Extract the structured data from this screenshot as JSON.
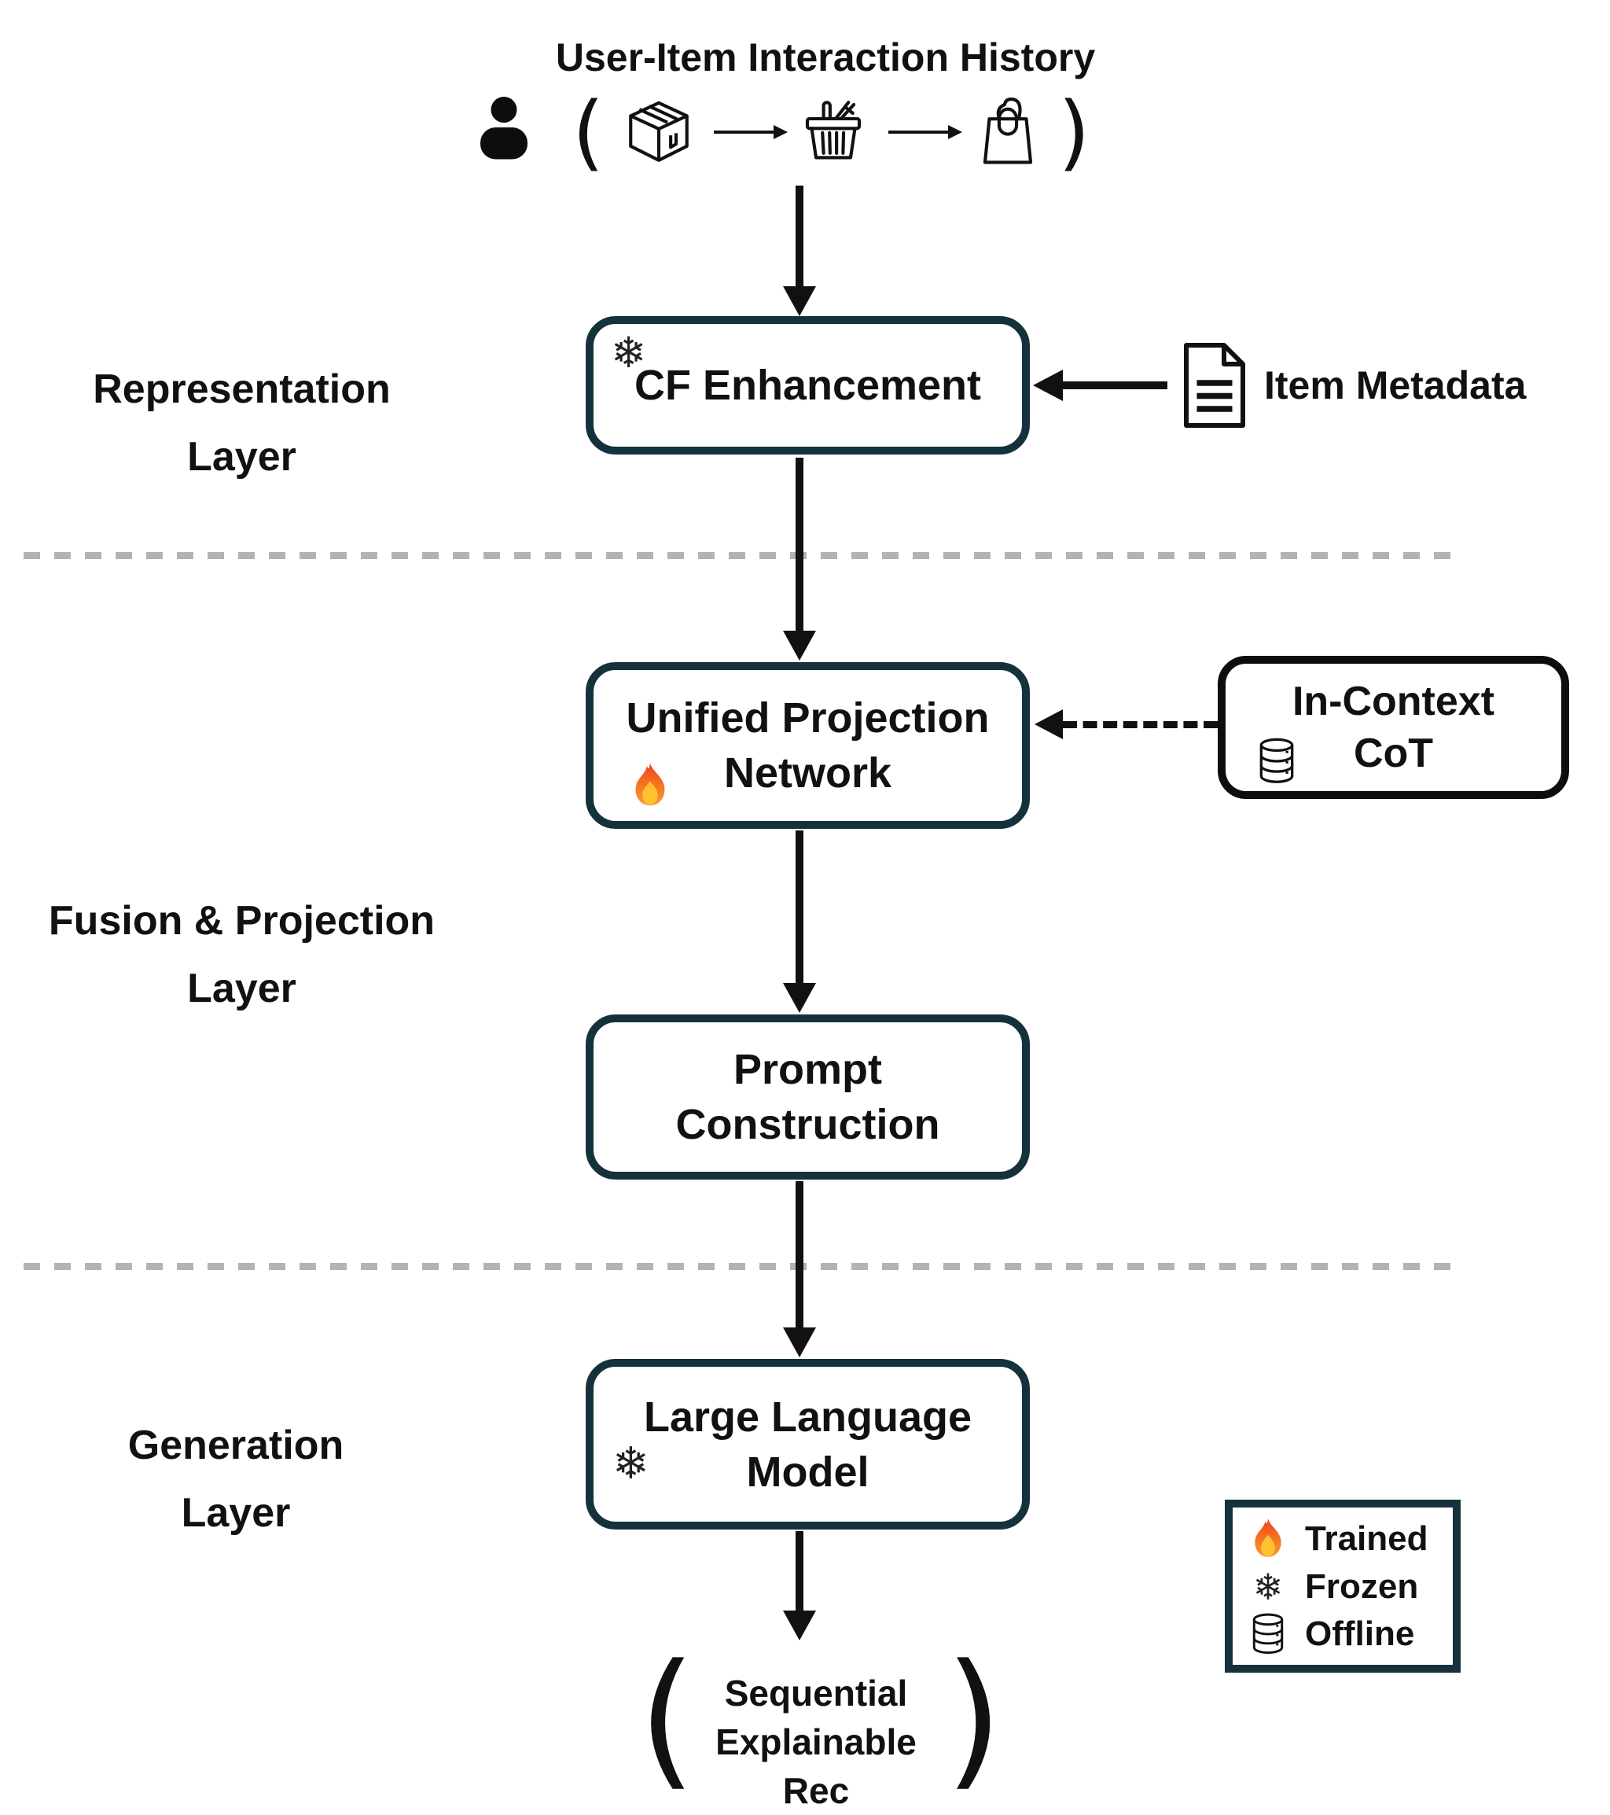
{
  "title": "User-Item Interaction History",
  "glyphs": {
    "snowflake": "❄",
    "paren_open": "(",
    "paren_close": ")"
  },
  "layer_labels": {
    "representation": {
      "line1": "Representation",
      "line2": "Layer"
    },
    "fusion": {
      "line1": "Fusion & Projection",
      "line2": "Layer"
    },
    "generation": {
      "line1": "Generation",
      "line2": "Layer"
    }
  },
  "boxes": {
    "cf_enhancement": {
      "label": "CF Enhancement",
      "state": "frozen"
    },
    "unified_projection": {
      "line1": "Unified Projection",
      "line2": "Network",
      "state": "trained"
    },
    "prompt_construction": {
      "line1": "Prompt",
      "line2": "Construction"
    },
    "llm": {
      "line1": "Large Language",
      "line2": "Model",
      "state": "frozen"
    },
    "in_context_cot": {
      "line1": "In-Context",
      "line2": "CoT",
      "state": "offline"
    }
  },
  "inputs": {
    "item_metadata_label": "Item Metadata"
  },
  "output": {
    "line1": "Sequential",
    "line2": "Explainable Rec"
  },
  "legend": {
    "items": [
      {
        "icon": "fire",
        "label": "Trained"
      },
      {
        "icon": "snowflake",
        "label": "Frozen"
      },
      {
        "icon": "database",
        "label": "Offline"
      }
    ]
  },
  "colors": {
    "box_border": "#15323c",
    "side_box_border": "#0d0d0d",
    "arrow": "#111111",
    "divider": "#b3b3b3",
    "text": "#111111",
    "flame_outer": "#f4731f",
    "flame_inner": "#ffc22e"
  }
}
